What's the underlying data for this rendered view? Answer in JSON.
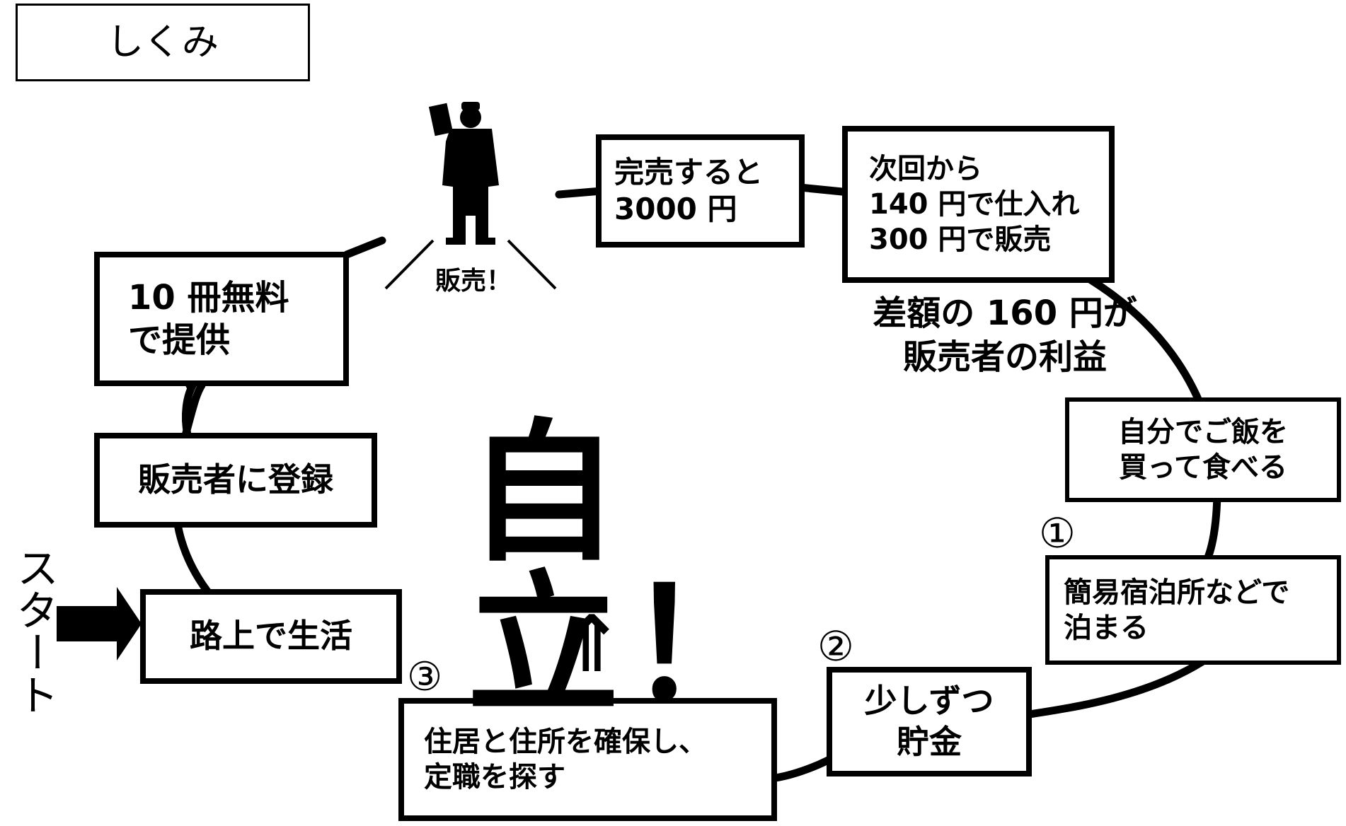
{
  "header": {
    "title": "しくみ"
  },
  "start_label": "スタート",
  "seller_label": "販売！",
  "center_text": "自立！",
  "profit_note": "差額の 160 円が\n販売者の利益",
  "steps": {
    "street": "路上で生活",
    "register": "販売者に登録",
    "free_copies": "10 冊無料\nで提供",
    "sold_out": "完売すると\n3000 円",
    "next_time": "次回から\n140 円で仕入れ\n300 円で販売",
    "buy_food": "自分でご飯を\n買って食べる",
    "lodging": "簡易宿泊所などで\n泊まる",
    "save": "少しずつ\n貯金",
    "housing": "住居と住所を確保し、\n定職を探す"
  },
  "markers": {
    "one": "①",
    "two": "②",
    "three": "③",
    "up_arrow": "⇑"
  }
}
